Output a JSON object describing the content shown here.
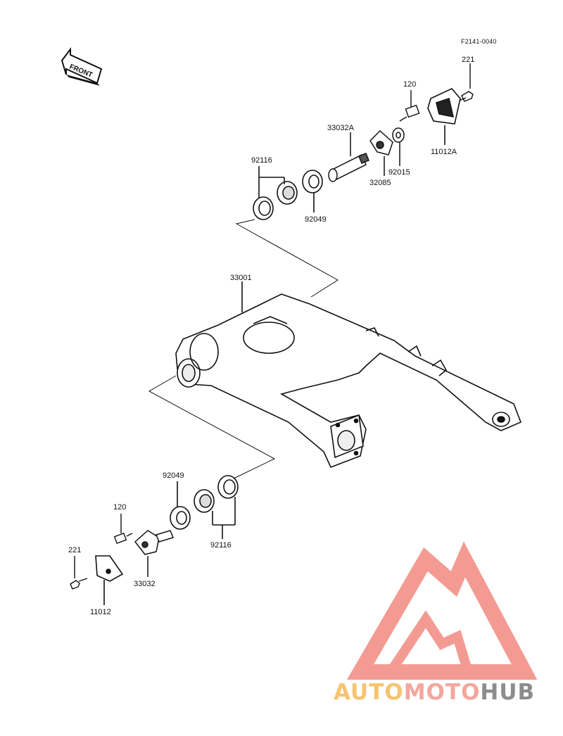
{
  "diagram_code": "F2141-0040",
  "front_label": "FRONT",
  "parts": {
    "p221_top": "221",
    "p120_top": "120",
    "p11012A": "11012A",
    "p33032A": "33032A",
    "p92015": "92015",
    "p32085": "32085",
    "p92116_top": "92116",
    "p92049_top": "92049",
    "p33001": "33001",
    "p92049_bottom": "92049",
    "p120_bottom": "120",
    "p92116_bottom": "92116",
    "p221_bottom": "221",
    "p33032": "33032",
    "p11012": "11012"
  },
  "watermark": {
    "part1": "AUTO",
    "part2": "MOTO",
    "part3": "HUB",
    "colors": {
      "auto": "#f6c36f",
      "moto": "#f3a79d",
      "hub": "#8d8d8d",
      "logo": "#f28a80"
    }
  }
}
